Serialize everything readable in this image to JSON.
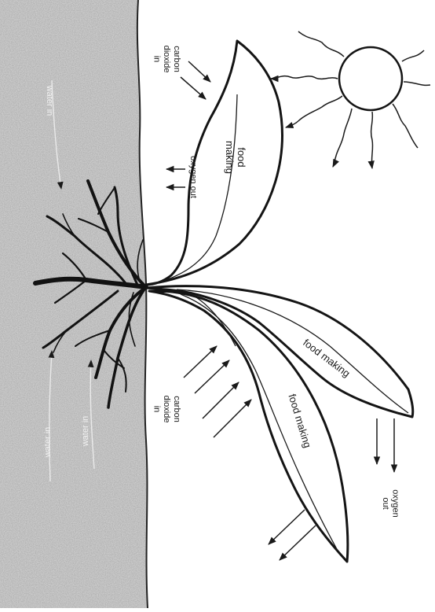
{
  "labels": {
    "leaf_top": "food\nmaking",
    "leaf_mid": "food making",
    "leaf_low": "food making",
    "co2_top": "carbon\ndioxide\nin",
    "co2_low": "carbon\ndioxide\nin",
    "o2_top": "oxygen out",
    "o2_low": "oxygen\nout",
    "water_1": "water in",
    "water_2": "water in",
    "water_3": "water in"
  }
}
